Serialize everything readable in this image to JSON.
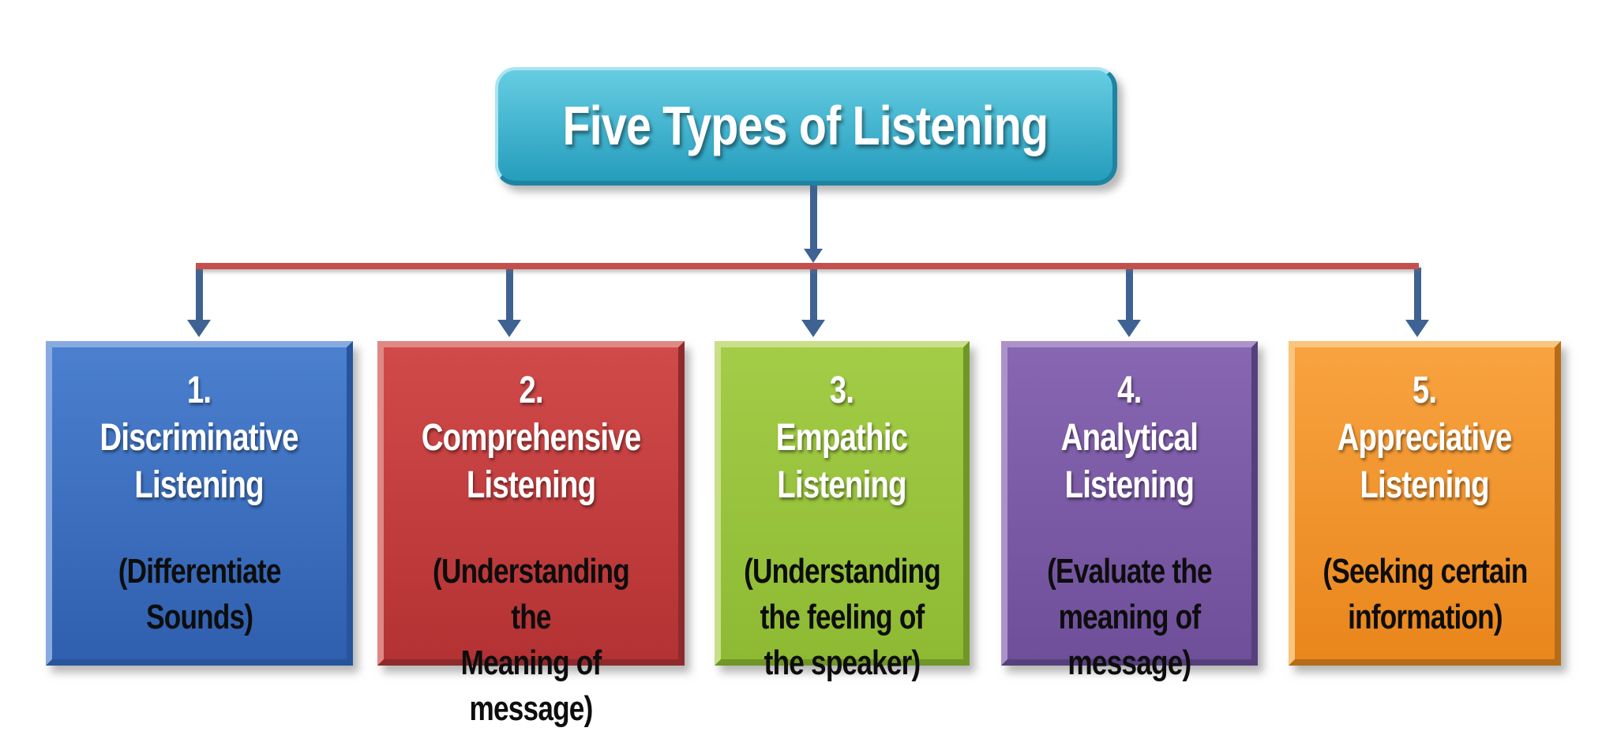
{
  "diagram": {
    "title": "Five Types of Listening",
    "title_colors": {
      "top": "#66cde2",
      "bottom": "#259dbd",
      "light": "#aae4f0",
      "dark": "#1d84a2"
    },
    "colors": {
      "connector_blue": "#3e6292",
      "connector_red": "#c54f4b",
      "background": "#ffffff",
      "heading_text": "#ffffff",
      "description_text": "#0d0d0d"
    },
    "boxes": [
      {
        "id": "discriminative",
        "heading": "1.\nDiscriminative\nListening",
        "description": "(Differentiate\nSounds)",
        "colors": {
          "top": "#4b80cf",
          "bottom": "#2f5fae",
          "light": "#87abe0",
          "dark": "#27549b"
        }
      },
      {
        "id": "comprehensive",
        "heading": "2.\nComprehensive\nListening",
        "description": "(Understanding the\nMeaning of\nmessage)",
        "colors": {
          "top": "#d14a4a",
          "bottom": "#b43233",
          "light": "#e08884",
          "dark": "#8e2a2d"
        }
      },
      {
        "id": "empathic",
        "heading": "3.\nEmpathic\nListening",
        "description": "(Understanding\nthe feeling of\nthe speaker)",
        "colors": {
          "top": "#a3cc47",
          "bottom": "#8eba33",
          "light": "#cadf8a",
          "dark": "#6f9727"
        }
      },
      {
        "id": "analytical",
        "heading": "4.\nAnalytical\nListening",
        "description": "(Evaluate the\nmeaning of\nmessage)",
        "colors": {
          "top": "#8766b2",
          "bottom": "#6f4f99",
          "light": "#ab93ca",
          "dark": "#55407c"
        }
      },
      {
        "id": "appreciative",
        "heading": "5.\nAppreciative\nListening",
        "description": "(Seeking certain\ninformation)",
        "colors": {
          "top": "#f8a340",
          "bottom": "#e9861c",
          "light": "#fac57e",
          "dark": "#b66c17"
        }
      }
    ]
  }
}
